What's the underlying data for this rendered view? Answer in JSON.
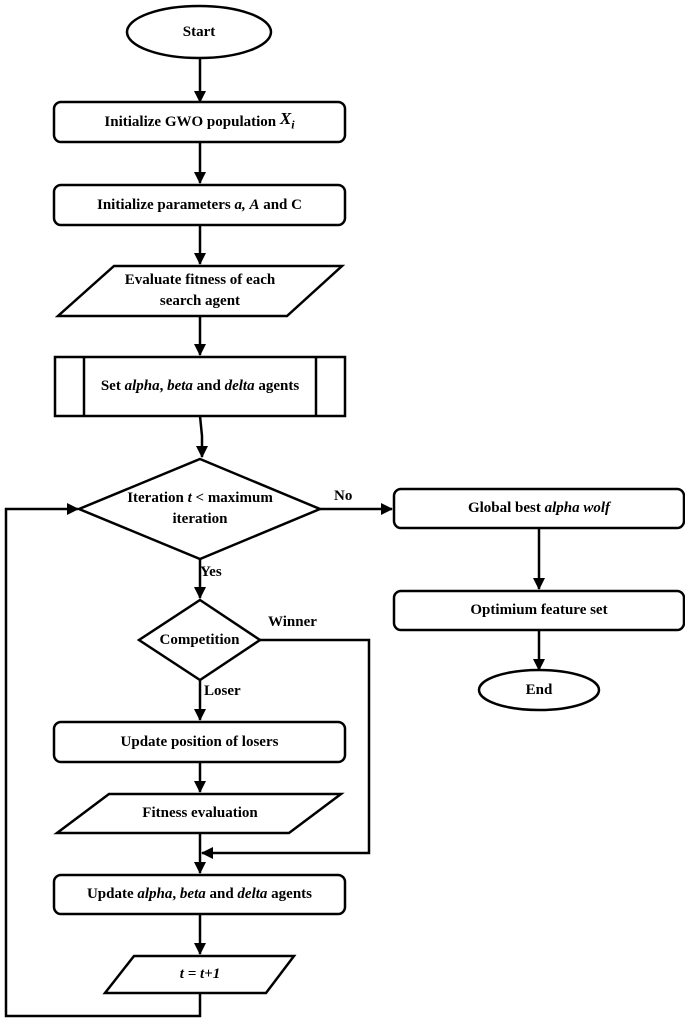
{
  "diagram": {
    "start": "Start",
    "init_population": {
      "text": "Initialize GWO population",
      "var": "X",
      "sub": "i"
    },
    "init_params": {
      "pre": "Initialize parameters",
      "a": "a,",
      "A": "A",
      "post": "and C"
    },
    "evaluate_fitness": {
      "line1": "Evaluate fitness of each",
      "line2": "search agent"
    },
    "set_agents": {
      "pre": "Set",
      "alpha": "alpha",
      "comma": ",",
      "beta": "beta",
      "and": "and",
      "delta": "delta",
      "post": "agents"
    },
    "iteration_check": {
      "line1_pre": "Iteration",
      "t": "t",
      "line1_post": "< maximum",
      "line2": "iteration"
    },
    "global_best": {
      "pre": "Global best",
      "em": "alpha wolf"
    },
    "optimum_set": "Optimium feature set",
    "end": "End",
    "competition": "Competition",
    "update_losers": "Update position of losers",
    "fitness_evaluation": "Fitness evaluation",
    "update_agents": {
      "pre": "Update",
      "alpha": "alpha",
      "comma": ",",
      "beta": "beta",
      "and": "and",
      "delta": "delta",
      "post": "agents"
    },
    "increment": "t = t+1",
    "edge_labels": {
      "no": "No",
      "yes": "Yes",
      "winner": "Winner",
      "loser": "Loser"
    }
  }
}
